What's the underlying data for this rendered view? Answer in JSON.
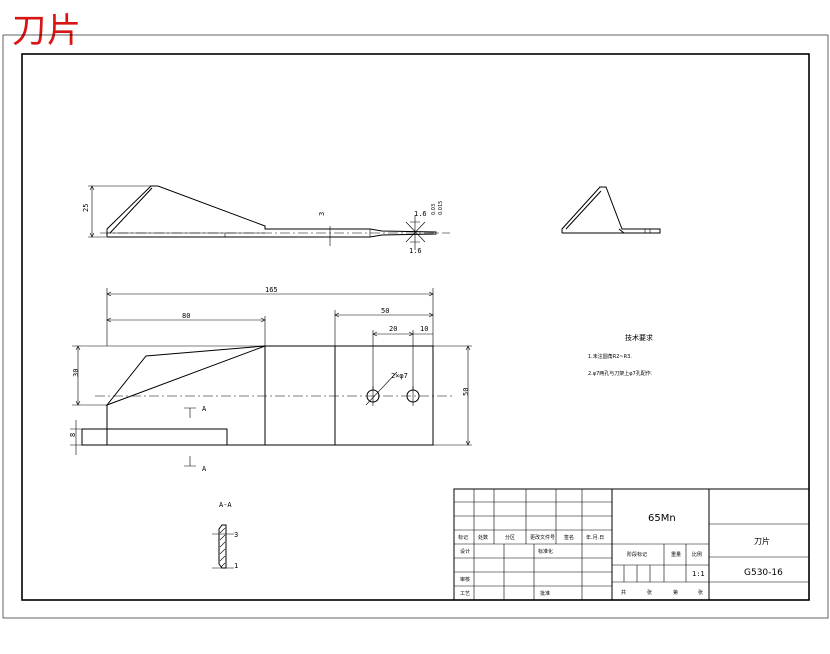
{
  "title_mark": "刀片",
  "dimensions": {
    "front_height": "25",
    "web_thickness": "3",
    "tip_upper": "1.6",
    "tip_lower": "1.6",
    "tolerance_1": "0.03",
    "tolerance_2": "0.015",
    "total_length": "165",
    "blade_length": "80",
    "slot_width": "50",
    "hole_spacing": "20",
    "hole_edge": "10",
    "blade_height": "30",
    "base_height": "8",
    "total_height": "50",
    "hole_callout": "2×φ7",
    "section_mark_top": "A",
    "section_mark_bottom": "A",
    "section_label": "A-A",
    "section_dim_top": "3",
    "section_dim_bottom": "1"
  },
  "tech_requirements": {
    "heading": "技术要求",
    "line1": "1.未注圆角R2~R3.",
    "line2": "2.φ7两孔与刀架上φ7孔配作."
  },
  "title_block": {
    "material": "65Mn",
    "part_name": "刀片",
    "drawing_number": "G530-16",
    "scale": "1:1",
    "header_cells": [
      "标记",
      "处数",
      "分区",
      "更改文件号",
      "签名",
      "年.月.日"
    ],
    "row_labels": [
      "设计",
      "标准化",
      "审核",
      "工艺",
      "批准"
    ],
    "stage_labels": [
      "阶段标记",
      "重量",
      "比例"
    ],
    "sheet_labels": [
      "共",
      "张",
      "第",
      "张"
    ]
  }
}
